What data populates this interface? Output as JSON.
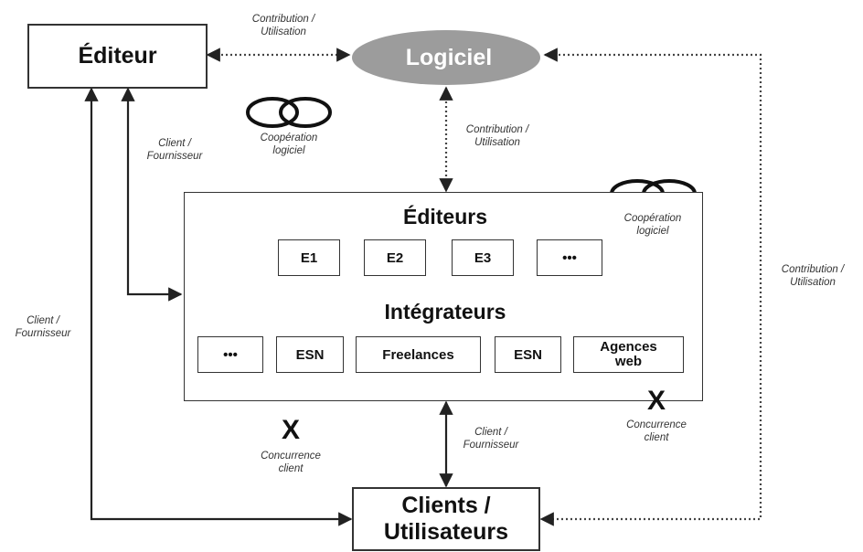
{
  "nodes": {
    "editeur": "Éditeur",
    "logiciel": "Logiciel",
    "clients_line1": "Clients /",
    "clients_line2": "Utilisateurs"
  },
  "inner": {
    "editeurs_heading": "Éditeurs",
    "editeurs_items": [
      "E1",
      "E2",
      "E3",
      "•••"
    ],
    "integrateurs_heading": "Intégrateurs",
    "integrateurs_items": [
      "•••",
      "ESN",
      "Freelances",
      "ESN"
    ],
    "agences_line1": "Agences",
    "agences_line2": "web"
  },
  "labels": {
    "contribution_line1": "Contribution /",
    "contribution_line2": "Utilisation",
    "client_line1": "Client /",
    "client_line2": "Fournisseur",
    "cooperation_line1": "Coopération",
    "cooperation_line2": "logiciel",
    "concurrence_line1": "Concurrence",
    "concurrence_line2": "client",
    "cross": "X"
  },
  "colors": {
    "ellipse_fill": "#9c9c9c",
    "line": "#222222",
    "dotted_line": "#444444"
  }
}
